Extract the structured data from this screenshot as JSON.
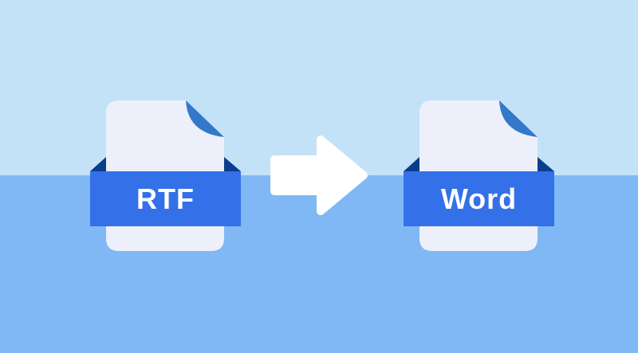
{
  "illustration": {
    "source_file": {
      "label": "RTF"
    },
    "target_file": {
      "label": "Word"
    },
    "arrow_direction": "right"
  },
  "colors": {
    "background_top": "#C3E2F8",
    "background_bottom": "#80B8F5",
    "document": "#EDF0FA",
    "fold": "#3478C9",
    "banner": "#3470E8",
    "banner_shadow": "#0B3D8D",
    "arrow": "#FFFFFF",
    "label_text": "#FFFFFF"
  }
}
